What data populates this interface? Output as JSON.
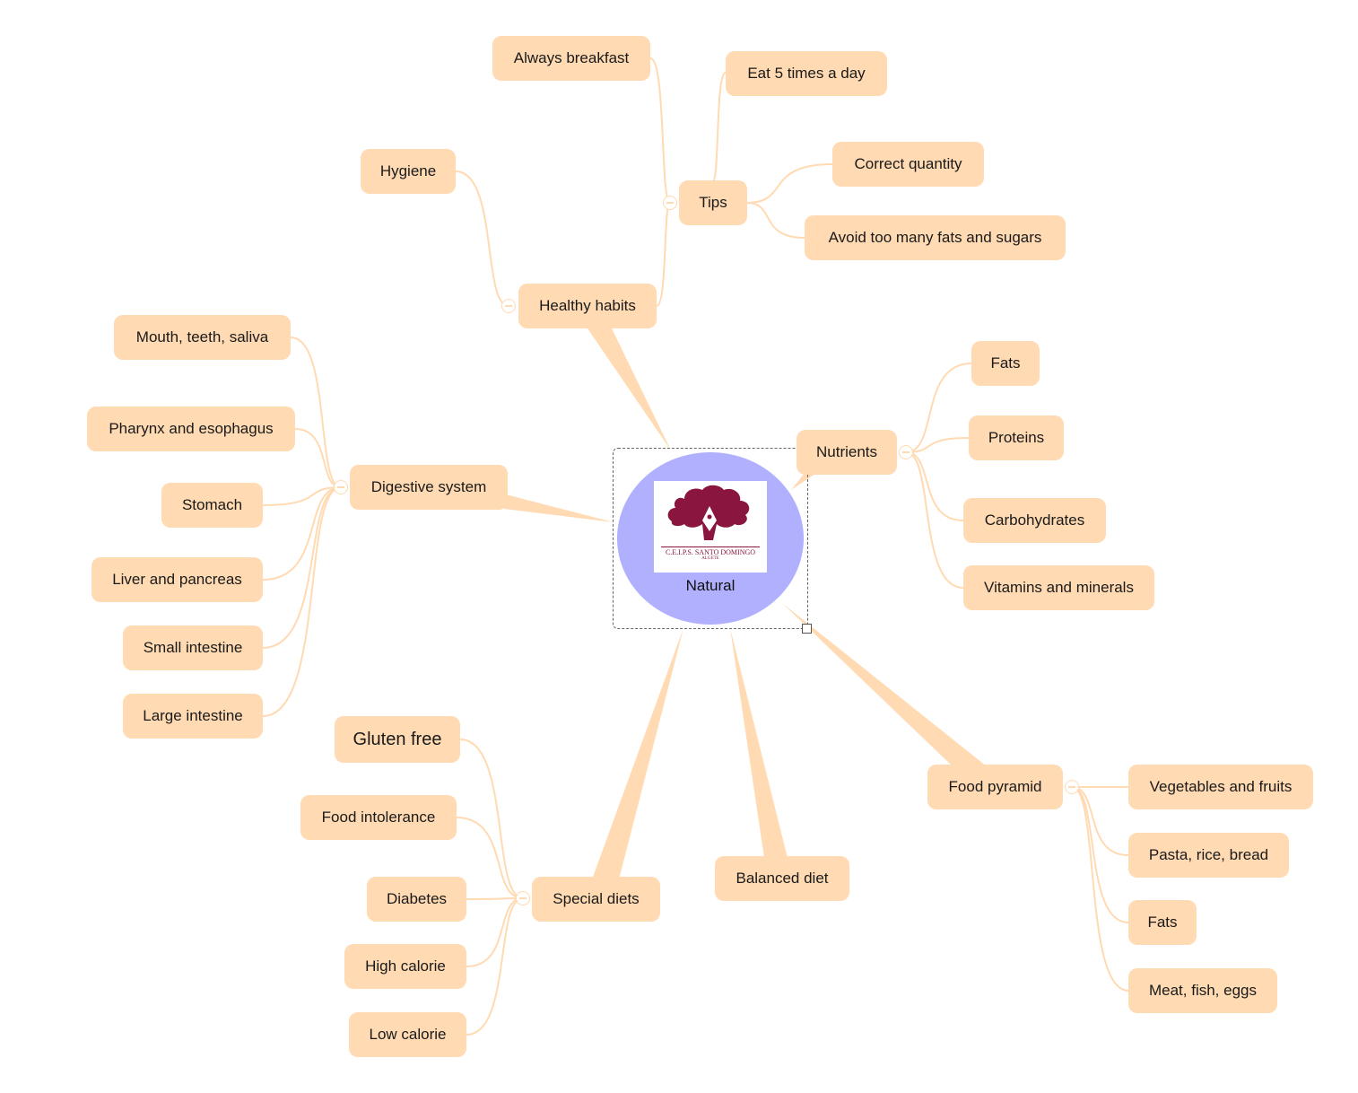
{
  "central": {
    "label": "Natural",
    "logo_text": "C.E.I.P.S. SANTO DOMINGO",
    "logo_subtext": "ALGETE"
  },
  "colors": {
    "node": "#FFDAB2",
    "central": "#B0B0FF",
    "logo": "#8A1640"
  },
  "nodes": {
    "healthy_habits": "Healthy habits",
    "tips": "Tips",
    "always_breakfast": "Always breakfast",
    "eat_5": "Eat 5 times a day",
    "correct_quantity": "Correct quantity",
    "avoid": "Avoid too many fats and sugars",
    "hygiene": "Hygiene",
    "digestive": "Digestive system",
    "mouth": "Mouth, teeth, saliva",
    "pharynx": "Pharynx and esophagus",
    "stomach": "Stomach",
    "liver": "Liver and pancreas",
    "small_int": "Small intestine",
    "large_int": "Large intestine",
    "nutrients": "Nutrients",
    "fats": "Fats",
    "proteins": "Proteins",
    "carbs": "Carbohydrates",
    "vitamins": "Vitamins and minerals",
    "special": "Special diets",
    "gluten": "Gluten free",
    "intolerance": "Food intolerance",
    "diabetes": "Diabetes",
    "high_cal": "High calorie",
    "low_cal": "Low calorie",
    "balanced": "Balanced diet",
    "pyramid": "Food pyramid",
    "veg": "Vegetables and fruits",
    "pasta": "Pasta, rice, bread",
    "fats2": "Fats",
    "meat": "Meat, fish, eggs"
  }
}
